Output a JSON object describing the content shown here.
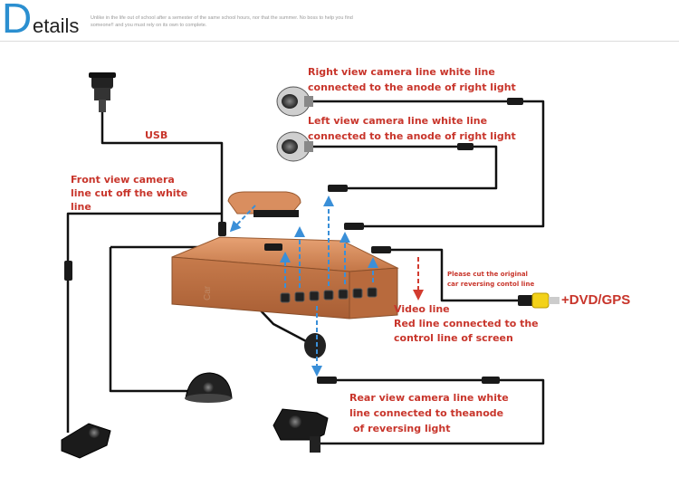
{
  "header": {
    "title_initial": "D",
    "title_rest": "etails",
    "subtitle": "Unlike in the life out of school after a semester of the same school hours, nor that the summer. No boss to help you find someone!! and you must rely on its own to complete."
  },
  "labels": {
    "usb": "USB",
    "front_view": [
      "Front view camera",
      "line cut off the white",
      "line"
    ],
    "right_view": [
      "Right view camera line white line",
      "connected to the anode of right light"
    ],
    "left_view": [
      "Left view camera line white line",
      "connected to the anode of right light"
    ],
    "cut_note": [
      "Please cut the original",
      "car reversing contol line"
    ],
    "dvd_gps": "+DVD/GPS",
    "video_line": [
      "Video line",
      "Red line connected to the",
      "control line of screen"
    ],
    "rear_view": [
      "Rear view camera line white",
      "line connected to theanode",
      "of reversing light"
    ],
    "watermark": "Car"
  },
  "colors": {
    "accent_blue": "#2b8fd0",
    "label_red": "#c8352b",
    "box_copper": "#d2875a",
    "cable": "#111111",
    "arrow_blue": "#3a8fd8",
    "arrow_red": "#d23b2f",
    "rca_yellow": "#f3d21a"
  }
}
